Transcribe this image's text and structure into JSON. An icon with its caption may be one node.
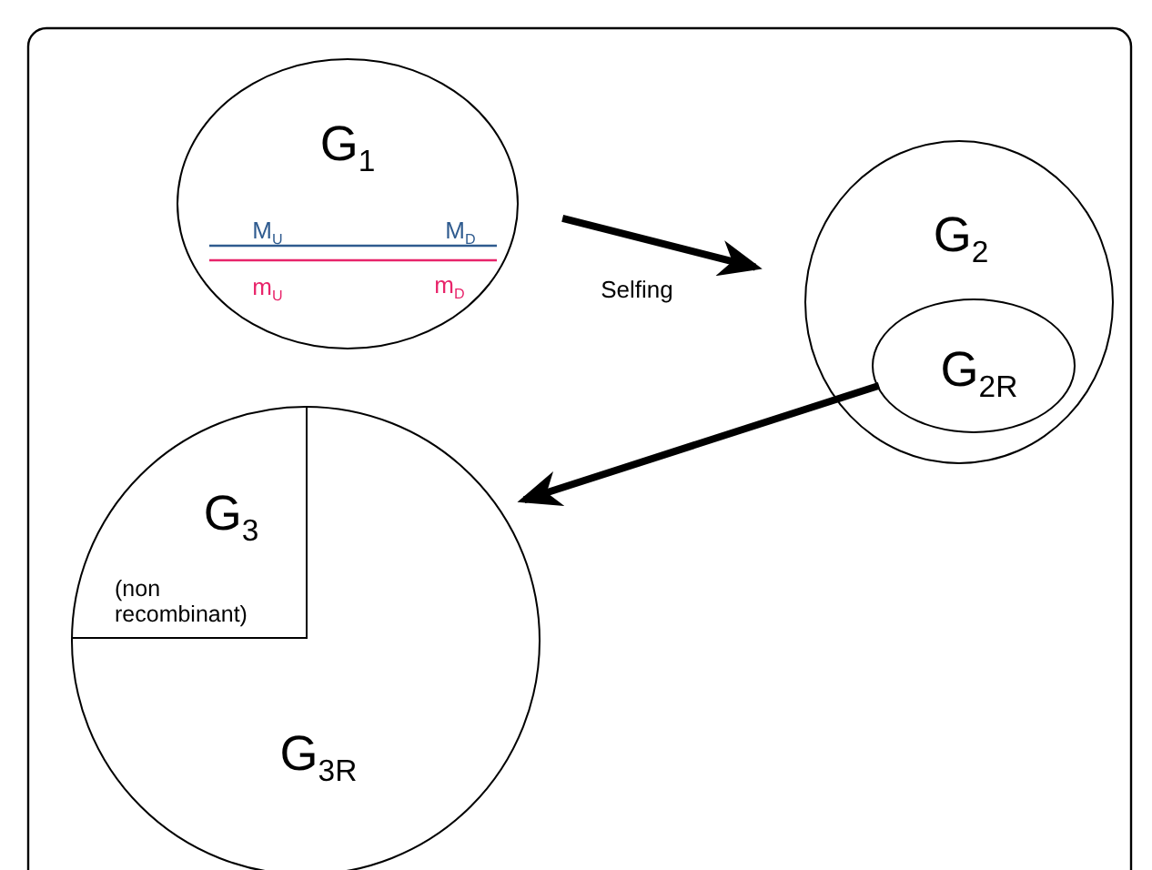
{
  "diagram": {
    "nodes": [
      {
        "text": [
          "G$_{1}$",
          "M$_{U}$",
          "M$_{D}$",
          "m$_{U}$",
          "m$_{D}$"
        ]
      },
      {
        "text": [
          "G$_{2}$"
        ]
      },
      {
        "text": [
          "G$_{2R}$"
        ],
        "in": 1
      },
      {
        "text": [
          "G$_{3R}$"
        ]
      },
      {
        "text": [
          "G$_{3}$",
          "(non recombinant)"
        ],
        "in": 3
      }
    ],
    "edges": [
      {
        "from": 0,
        "to": 1,
        "arrow": "to",
        "label": "Selfing"
      },
      {
        "from": 2,
        "to": 3,
        "arrow": "to"
      }
    ]
  }
}
